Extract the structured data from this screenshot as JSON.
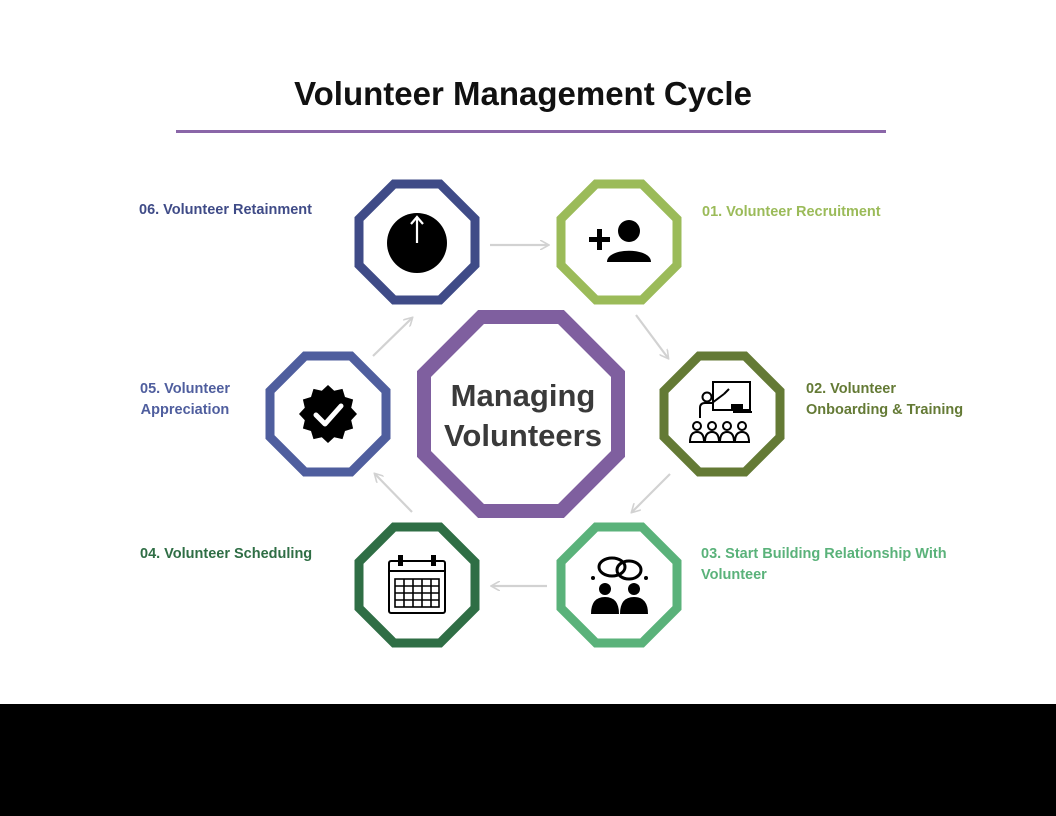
{
  "title": "Volunteer Management Cycle",
  "colors": {
    "rule": "#8a66a8",
    "center": "#7f5f9f",
    "arrow": "#d2d2d2",
    "background": "#ffffff",
    "bottom_bar": "#000000"
  },
  "center": {
    "line1": "Managing",
    "line2": "Volunteers"
  },
  "steps": [
    {
      "line1": "01. Volunteer Recruitment",
      "line2": "",
      "color": "#9bbb59",
      "icon": "add-user-icon"
    },
    {
      "line1": "02. Volunteer",
      "line2": "Onboarding & Training",
      "color": "#647a35",
      "icon": "classroom-training-icon"
    },
    {
      "line1": "03. Start Building Relationship With",
      "line2": "Volunteer",
      "color": "#5ab27a",
      "icon": "conversation-people-icon"
    },
    {
      "line1": "04. Volunteer Scheduling",
      "line2": "",
      "color": "#2f6e45",
      "icon": "calendar-icon"
    },
    {
      "line1": "05. Volunteer",
      "line2": "Appreciation",
      "color": "#4f5e9e",
      "icon": "verified-badge-icon"
    },
    {
      "line1": "06. Volunteer Retainment",
      "line2": "",
      "color": "#3f4b87",
      "icon": "clock-icon"
    }
  ]
}
